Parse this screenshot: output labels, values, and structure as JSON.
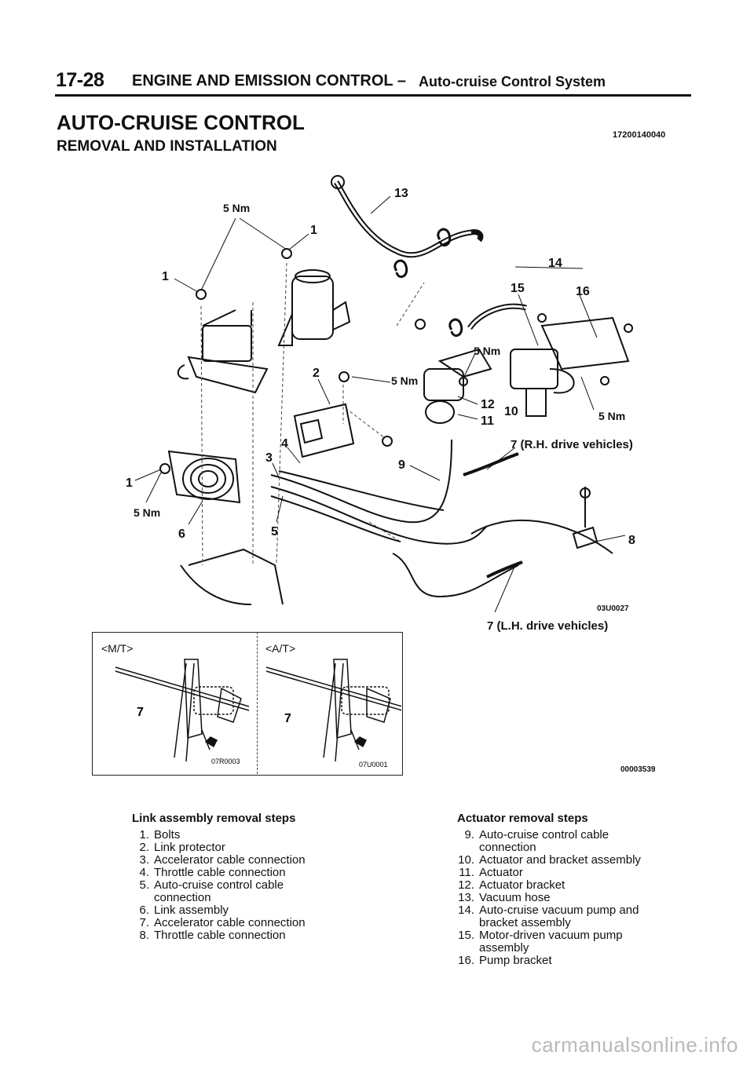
{
  "header": {
    "page_number": "17-28",
    "section": "ENGINE AND EMISSION CONTROL",
    "dash": "–",
    "subsection": "Auto-cruise Control System"
  },
  "title": "AUTO-CRUISE CONTROL",
  "subtitle": "REMOVAL AND INSTALLATION",
  "doc_id": "17200140040",
  "diagram": {
    "callouts": [
      "13",
      "5 Nm",
      "1",
      "1",
      "14",
      "15",
      "16",
      "5 Nm",
      "2",
      "5 Nm",
      "12",
      "10",
      "11",
      "5 Nm",
      "4",
      "3",
      "9",
      "7 (R.H. drive vehicles)",
      "1",
      "5 Nm",
      "6",
      "5",
      "8"
    ],
    "figure_code": "03U0027",
    "lh_label": "7 (L.H. drive vehicles)"
  },
  "inset": {
    "mt_label": "<M/T>",
    "at_label": "<A/T>",
    "mt_callout": "7",
    "at_callout": "7",
    "mt_code": "07R0003",
    "at_code": "07U0001",
    "set_code": "00003539"
  },
  "link_steps": {
    "title": "Link assembly removal steps",
    "items": [
      {
        "n": "1.",
        "text": "Bolts"
      },
      {
        "n": "2.",
        "text": "Link protector"
      },
      {
        "n": "3.",
        "text": "Accelerator cable connection"
      },
      {
        "n": "4.",
        "text": "Throttle cable connection"
      },
      {
        "n": "5.",
        "text": "Auto-cruise control cable",
        "cont": "connection"
      },
      {
        "n": "6.",
        "text": "Link assembly"
      },
      {
        "n": "7.",
        "text": "Accelerator cable connection"
      },
      {
        "n": "8.",
        "text": "Throttle cable connection"
      }
    ]
  },
  "actuator_steps": {
    "title": "Actuator removal steps",
    "items": [
      {
        "n": "9.",
        "text": "Auto-cruise control cable",
        "cont": "connection"
      },
      {
        "n": "10.",
        "text": "Actuator and bracket assembly"
      },
      {
        "n": "11.",
        "text": "Actuator"
      },
      {
        "n": "12.",
        "text": "Actuator bracket"
      },
      {
        "n": "13.",
        "text": "Vacuum hose"
      },
      {
        "n": "14.",
        "text": "Auto-cruise vacuum pump and",
        "cont": "bracket assembly"
      },
      {
        "n": "15.",
        "text": "Motor-driven vacuum pump",
        "cont": "assembly"
      },
      {
        "n": "16.",
        "text": "Pump bracket"
      }
    ]
  },
  "footer": "carmanualsonline.info"
}
